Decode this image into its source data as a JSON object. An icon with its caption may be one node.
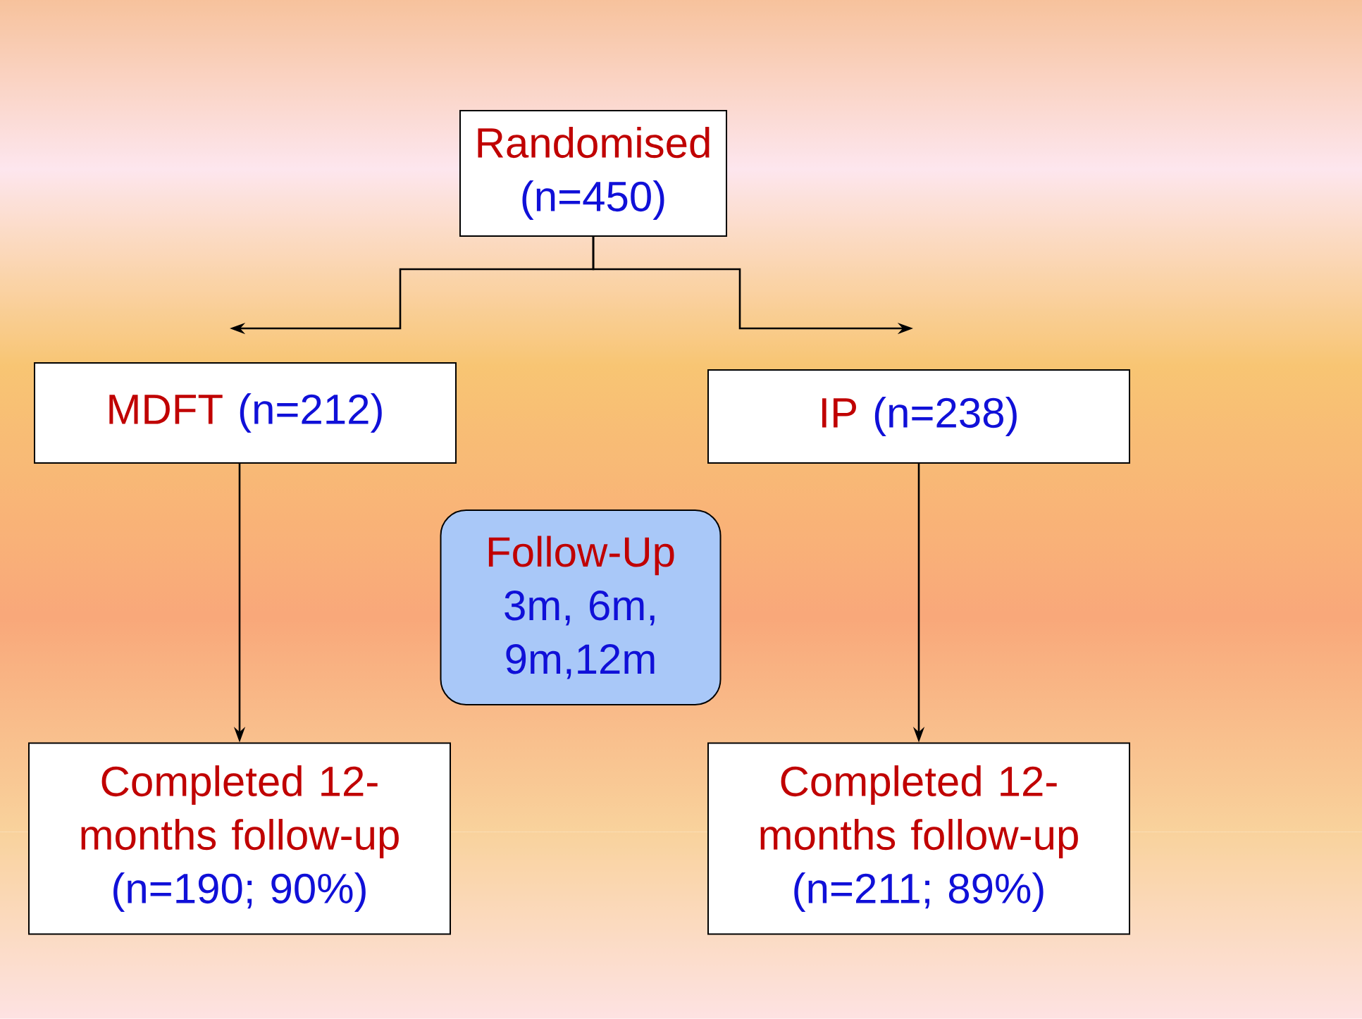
{
  "diagram": {
    "nodes": [
      {
        "text": [
          "Randomised",
          "(n=450)"
        ]
      },
      {
        "text": [
          "MDFT",
          "(n=212)"
        ]
      },
      {
        "text": [
          "IP",
          "(n=238)"
        ]
      },
      {
        "text": [
          "Follow-Up",
          "3m, 6m, 9m,12m"
        ]
      },
      {
        "text": [
          "Completed 12-months follow-up",
          "(n=190; 90%)"
        ]
      },
      {
        "text": [
          "Completed 12-months follow-up",
          "(n=211; 89%)"
        ]
      }
    ],
    "edges": [
      {
        "from": 0,
        "to": null,
        "arrow": "to"
      },
      {
        "from": 0,
        "to": null,
        "arrow": "to"
      },
      {
        "from": 1,
        "to": 4,
        "arrow": "to"
      },
      {
        "from": 2,
        "to": 5,
        "arrow": "to"
      }
    ]
  }
}
